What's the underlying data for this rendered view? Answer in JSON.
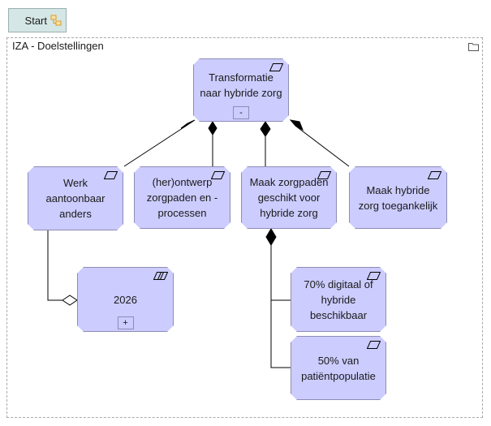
{
  "start_button": {
    "label": "Start"
  },
  "group": {
    "title": "IZA - Doelstellingen"
  },
  "nodes": {
    "transformatie": {
      "label": "Transformatie\nnaar hybride zorg",
      "expander": "-"
    },
    "werk": {
      "label": "Werk\naantoonbaar\nanders"
    },
    "herontwerp": {
      "label": "(her)ontwerp\nzorgpaden en -\nprocessen"
    },
    "zorgpaden": {
      "label": "Maak zorgpaden\ngeschikt voor\nhybride zorg"
    },
    "toegankelijk": {
      "label": "Maak hybride\nzorg toegankelijk"
    },
    "jaar2026": {
      "label": "2026",
      "expander": "+"
    },
    "digitaal": {
      "label": "70% digitaal of\nhybride\nbeschikbaar"
    },
    "populatie": {
      "label": "50% van\npatiëntpopulatie"
    }
  },
  "colors": {
    "node_fill": "#ccccff",
    "node_border": "#8d8db5",
    "start_fill": "#d5e6e6",
    "icon_orange": "#d99a2a"
  }
}
